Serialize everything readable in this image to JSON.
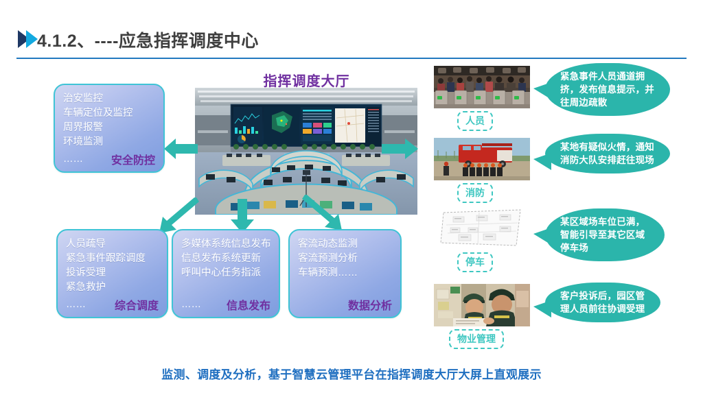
{
  "header": {
    "title": "4.1.2、----应急指挥调度中心",
    "bullet_icon": "double-triangle-icon"
  },
  "center": {
    "hall_title": "指挥调度大厅",
    "photo_alt": "command-center-photo"
  },
  "boxes": [
    {
      "id": "safety",
      "lines": [
        "治安监控",
        "车辆定位及监控",
        "周界报警",
        "环境监测"
      ],
      "dots": "……",
      "tag": "安全防控"
    },
    {
      "id": "dispatch",
      "lines": [
        "人员疏导",
        "紧急事件跟踪调度",
        "投诉受理",
        "紧急救护"
      ],
      "dots": "……",
      "tag": "综合调度"
    },
    {
      "id": "release",
      "lines": [
        "多媒体系统信息发布",
        "信息发布系统更新",
        "呼叫中心任务指派"
      ],
      "dots": "……",
      "tag": "信息发布"
    },
    {
      "id": "data",
      "lines": [
        "客流动态监测",
        "客流预测分析",
        "车辆预测……"
      ],
      "dots": "",
      "tag": "数据分析"
    }
  ],
  "scenarios": [
    {
      "label": "人员",
      "photo": "crowd-turnstile-photo",
      "message": "紧急事件人员通道拥挤，发布信息提示，并往周边疏散"
    },
    {
      "label": "消防",
      "photo": "fire-truck-photo",
      "message": "某地有疑似火情，通知消防大队安排赶往现场"
    },
    {
      "label": "停车",
      "photo": "parking-map-photo",
      "message": "某区域场车位已满，智能引导至其它区域停车场"
    },
    {
      "label": "物业管理",
      "photo": "security-guard-photo",
      "message": "客户投诉后，园区管理人员前往协调受理"
    }
  ],
  "footer": {
    "text": "监测、调度及分析，基于智慧云管理平台在指挥调度大厅大屏上直观展示"
  },
  "colors": {
    "accent_teal": "#2bb5ab",
    "arrow_teal": "#2eb8ae",
    "box_border": "#3fc4d6",
    "tag_purple": "#7030a0",
    "footer_blue": "#1f6fc0",
    "rule_blue": "#2179bf",
    "title_gray": "#3f3f3f"
  }
}
